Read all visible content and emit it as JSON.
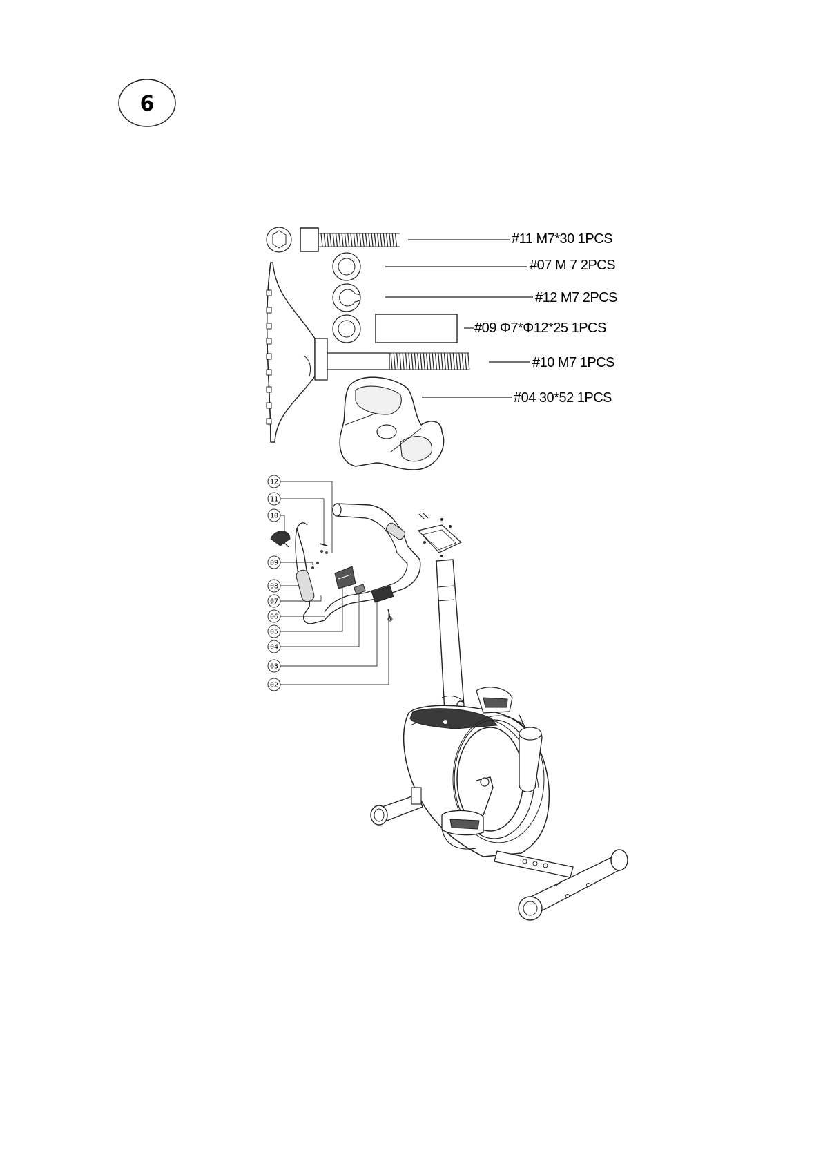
{
  "step": {
    "number": "6"
  },
  "parts": [
    {
      "id": "#11",
      "spec": "M7*30",
      "qty": "1PCS",
      "label": "#11  M7*30  1PCS"
    },
    {
      "id": "#07",
      "spec": "M 7",
      "qty": "2PCS",
      "label": "#07  M 7  2PCS"
    },
    {
      "id": "#12",
      "spec": "M7",
      "qty": "2PCS",
      "label": "#12  M7  2PCS"
    },
    {
      "id": "#09",
      "spec": "Φ7*Φ12*25",
      "qty": "1PCS",
      "label": "#09  Φ7*Φ12*25  1PCS"
    },
    {
      "id": "#10",
      "spec": "M7",
      "qty": "1PCS",
      "label": "#10  M7  1PCS"
    },
    {
      "id": "#04",
      "spec": "30*52",
      "qty": "1PCS",
      "label": "#04  30*52  1PCS"
    }
  ],
  "callouts": [
    "12",
    "11",
    "10",
    "09",
    "08",
    "07",
    "06",
    "05",
    "04",
    "03",
    "02"
  ]
}
